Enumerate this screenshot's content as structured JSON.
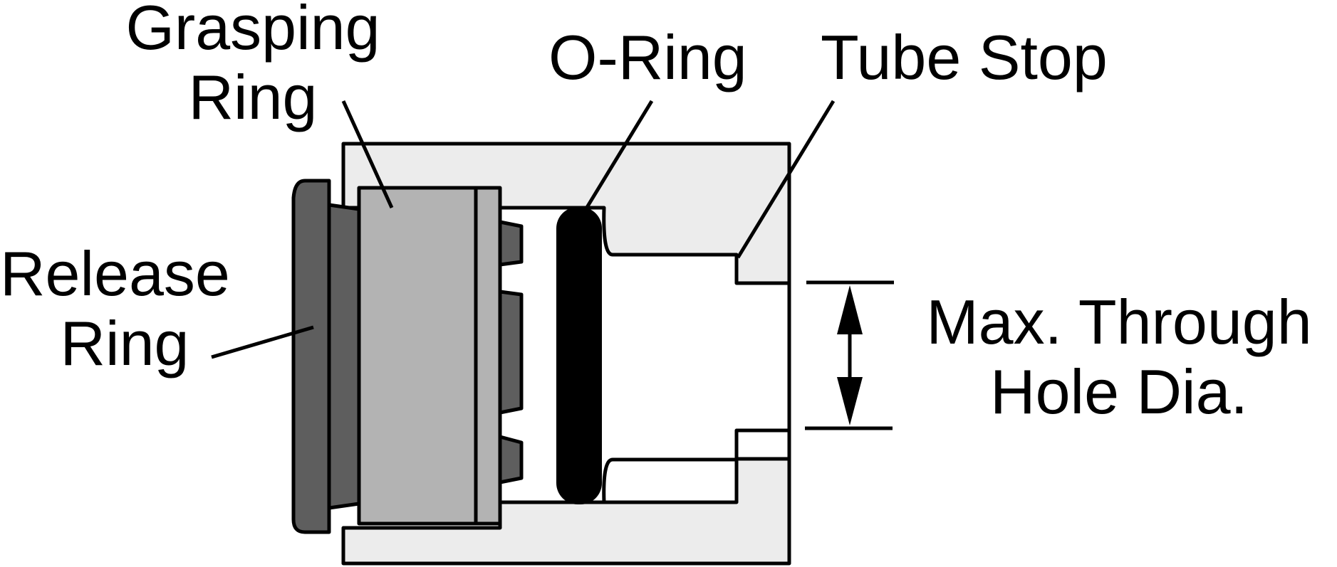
{
  "labels": {
    "grasping_ring": [
      "Grasping",
      "Ring"
    ],
    "o_ring": "O-Ring",
    "tube_stop": "Tube Stop",
    "release_ring": [
      "Release",
      "Ring"
    ],
    "max_through_hole": [
      "Max. Through",
      "Hole Dia."
    ]
  },
  "colors": {
    "body": "#ececec",
    "grasping_ring": "#b3b3b3",
    "release_ring": "#5e5e5e",
    "grasping_teeth": "#5e5e5e",
    "o_ring": "#000000",
    "outline": "#000000"
  }
}
